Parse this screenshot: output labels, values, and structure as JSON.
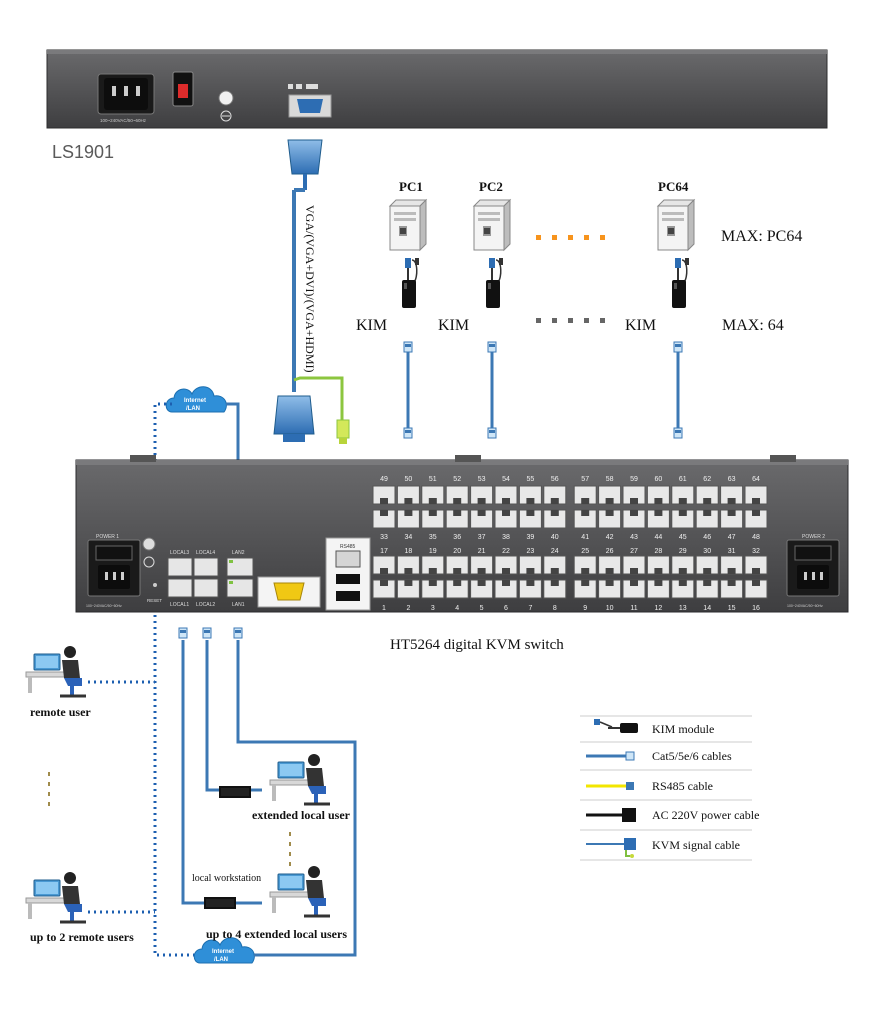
{
  "ls_device": {
    "name": "LS1901",
    "power_rating": "100~240VAC/50~60Hz"
  },
  "signal_cable_label": "VGA/(VGA+DVI)/(VGA+HDMI)",
  "pcs": [
    {
      "label": "PC1"
    },
    {
      "label": "PC2"
    },
    {
      "label": "PC64"
    }
  ],
  "max_pc_label": "MAX: PC64",
  "kim_label": "KIM",
  "max_kim_label": "MAX: 64",
  "cloud_label_line1": "Internet",
  "cloud_label_line2": "/LAN",
  "switch": {
    "name": "HT5264 digital KVM switch",
    "power1": "POWER 1",
    "power2": "POWER 2",
    "power_rating": "100~240VAC/50~60Hz",
    "reset": "RESET",
    "local3": "LOCAL3",
    "local4": "LOCAL4",
    "local1": "LOCAL1",
    "local2": "LOCAL2",
    "lan2": "LAN2",
    "lan1": "LAN1",
    "rs485": "RS485",
    "port_rows": [
      [
        "49",
        "50",
        "51",
        "52",
        "53",
        "54",
        "55",
        "56",
        "57",
        "58",
        "59",
        "60",
        "61",
        "62",
        "63",
        "64"
      ],
      [
        "33",
        "34",
        "35",
        "36",
        "37",
        "38",
        "39",
        "40",
        "41",
        "42",
        "43",
        "44",
        "45",
        "46",
        "47",
        "48"
      ],
      [
        "17",
        "18",
        "19",
        "20",
        "21",
        "22",
        "23",
        "24",
        "25",
        "26",
        "27",
        "28",
        "29",
        "30",
        "31",
        "32"
      ],
      [
        "1",
        "2",
        "3",
        "4",
        "5",
        "6",
        "7",
        "8",
        "9",
        "10",
        "11",
        "12",
        "13",
        "14",
        "15",
        "16"
      ]
    ]
  },
  "users": {
    "remote_user": "remote user",
    "up_to_2_remote": "up to 2 remote users",
    "extended_local": "extended local user",
    "local_workstation": "local workstation",
    "up_to_4_extended": "up to 4 extended local users"
  },
  "legend": [
    {
      "label": "KIM module",
      "icon": "kim-module-icon"
    },
    {
      "label": "Cat5/5e/6 cables",
      "icon": "cat5-cable-icon",
      "color": "#3c78b4"
    },
    {
      "label": "RS485 cable",
      "icon": "rs485-cable-icon",
      "color": "#f2e600"
    },
    {
      "label": "AC 220V power cable",
      "icon": "power-cable-icon",
      "color": "#111111"
    },
    {
      "label": "KVM signal cable",
      "icon": "kvm-signal-cable-icon",
      "color": "#7fbf3f"
    }
  ],
  "colors": {
    "device_body": "#4d4d4f",
    "cable_blue": "#3c78b4",
    "cable_green": "#8cc63f",
    "dots_orange": "#f7941d",
    "dots_gray": "#666666",
    "cloud_blue": "#2f8fd8"
  }
}
